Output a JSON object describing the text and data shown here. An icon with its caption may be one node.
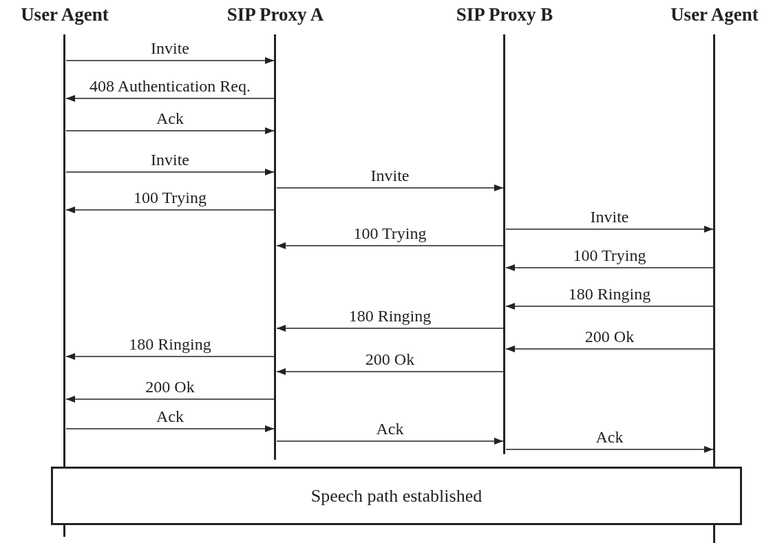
{
  "diagram": {
    "nodes": [
      {
        "text": [
          "User Agent"
        ]
      },
      {
        "text": [
          "SIP Proxy A"
        ]
      },
      {
        "text": [
          "SIP Proxy B"
        ]
      },
      {
        "text": [
          "User Agent"
        ]
      },
      {
        "text": [
          "Speech path established"
        ]
      }
    ],
    "edges": [
      {
        "from": 0,
        "to": 1,
        "arrow": "to",
        "label": "Invite"
      },
      {
        "from": 1,
        "to": 0,
        "arrow": "to",
        "label": "408 Authentication Req."
      },
      {
        "from": 0,
        "to": 1,
        "arrow": "to",
        "label": "Ack"
      },
      {
        "from": 0,
        "to": 1,
        "arrow": "to",
        "label": "Invite"
      },
      {
        "from": 1,
        "to": 2,
        "arrow": "to",
        "label": "Invite"
      },
      {
        "from": 1,
        "to": 0,
        "arrow": "to",
        "label": "100 Trying"
      },
      {
        "from": 2,
        "to": 3,
        "arrow": "to",
        "label": "Invite"
      },
      {
        "from": 2,
        "to": 1,
        "arrow": "to",
        "label": "100 Trying"
      },
      {
        "from": 3,
        "to": 2,
        "arrow": "to",
        "label": "100 Trying"
      },
      {
        "from": 3,
        "to": 2,
        "arrow": "to",
        "label": "180 Ringing"
      },
      {
        "from": 2,
        "to": 1,
        "arrow": "to",
        "label": "180 Ringing"
      },
      {
        "from": 3,
        "to": 2,
        "arrow": "to",
        "label": "200 Ok"
      },
      {
        "from": 1,
        "to": 0,
        "arrow": "to",
        "label": "180 Ringing"
      },
      {
        "from": 2,
        "to": 1,
        "arrow": "to",
        "label": "200 Ok"
      },
      {
        "from": 1,
        "to": 0,
        "arrow": "to",
        "label": "200 Ok"
      },
      {
        "from": 0,
        "to": 1,
        "arrow": "to",
        "label": "Ack"
      },
      {
        "from": 1,
        "to": 2,
        "arrow": "to",
        "label": "Ack"
      },
      {
        "from": 2,
        "to": 3,
        "arrow": "to",
        "label": "Ack"
      }
    ]
  }
}
